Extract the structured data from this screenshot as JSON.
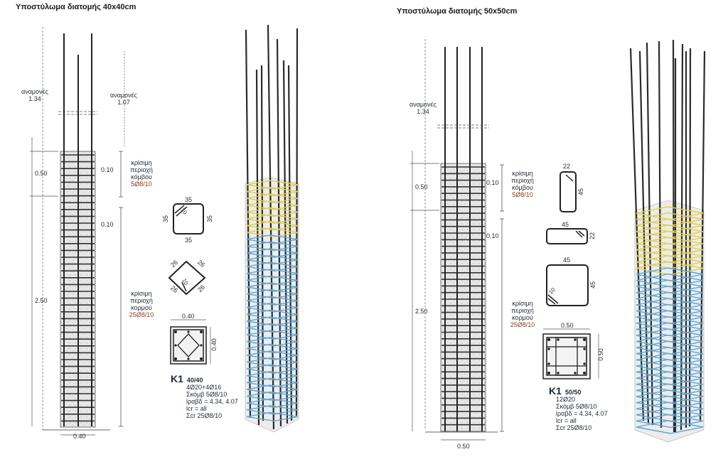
{
  "left": {
    "title": "Υποστύλωμα διατομής 40x40cm",
    "dowel_label": "αναμονές",
    "dowel_1": "1.34",
    "dowel_2": "1.07",
    "dim_050": "0.50",
    "dim_250": "2.50",
    "dim_010a": "0.10",
    "dim_010b": "0.10",
    "base_width": "0.40",
    "node_zone": [
      "κρίσιμη",
      "περιοχή",
      "κόμβου",
      "5Ø8/10"
    ],
    "body_zone": [
      "κρίσιμη",
      "περιοχή",
      "κορμού",
      "25Ø8/10"
    ],
    "stirrup1": {
      "top": "35",
      "left": "35",
      "right": "35",
      "bottom": "35",
      "hook": "10"
    },
    "stirrup2": {
      "a": "26",
      "b": "26",
      "c": "26",
      "d": "26",
      "hook": "10"
    },
    "section": {
      "width": "0.40",
      "height": "0.40"
    },
    "spec": {
      "code": "K1",
      "size": "40/40",
      "bars": "4Ø20+4Ø16",
      "s_node": "Σκόμβ 5Ø8/10",
      "l_rabd": "lραβδ = 4.34, 4.07",
      "l_cr": "lcr = all",
      "s_cr": "Σcr 25Ø8/10"
    }
  },
  "right": {
    "title": "Υποστύλωμα διατομής 50x50cm",
    "dowel_label": "αναμονές",
    "dowel_1": "1.34",
    "dim_050": "0.50",
    "dim_250": "2.50",
    "dim_010a": "0.10",
    "dim_010b": "0.10",
    "base_width": "0.50",
    "node_zone": [
      "κρίσιμη",
      "περιοχή",
      "κόμβου",
      "5Ø8/10"
    ],
    "body_zone": [
      "κρίσιμη",
      "περιοχή",
      "κορμού",
      "25Ø8/10"
    ],
    "stirrup1": {
      "top": "22",
      "right": "45"
    },
    "stirrup2": {
      "top": "45",
      "right": "22"
    },
    "stirrup3": {
      "top": "45",
      "right": "45",
      "hook": "10"
    },
    "section": {
      "width": "0.50",
      "height": "0.50"
    },
    "spec": {
      "code": "K1",
      "size": "50/50",
      "bars": "12Ø20",
      "s_node": "Σκόμβ 5Ø8/10",
      "l_rabd": "lραβδ = 4.34, 4.07",
      "l_cr": "lcr = all",
      "s_cr": "Σcr 25Ø8/10"
    }
  },
  "colors": {
    "rebar": "#2b2b2b",
    "concrete": "#e3e3e3",
    "stirrup_node": "#e8d64a",
    "stirrup_body": "#5aa9d8",
    "accent_red": "#8a3b1e"
  }
}
